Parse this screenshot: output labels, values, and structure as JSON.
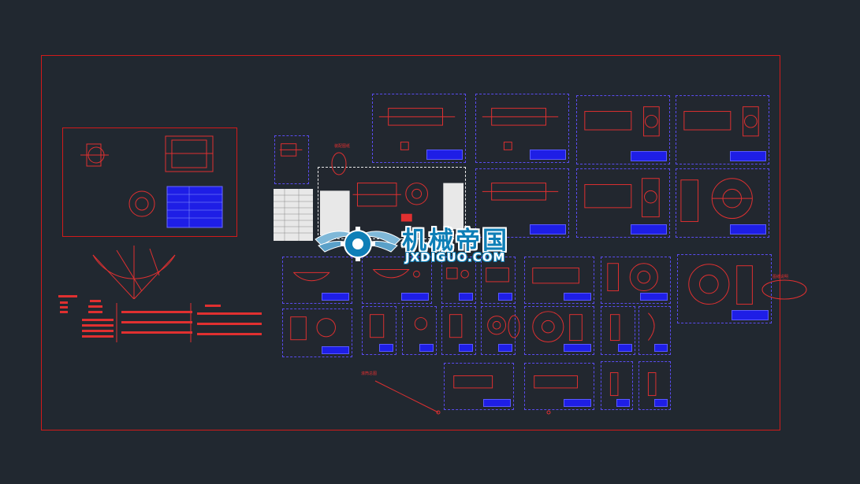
{
  "colors": {
    "background": "#212830",
    "frame_red": "#d21a1a",
    "sheet_border": "#5a4cf0",
    "title_block": "#1e1ee6",
    "logo_blue": "#0e7fb7"
  },
  "watermark": {
    "main": "机械帝国",
    "sub": "JXDIGUO.COM",
    "icon": "gear-wings-logo-icon"
  },
  "annotations": {
    "top_note": "装配图纸",
    "bottom_note": "滚筒总图",
    "right_note": "图纸说明"
  }
}
